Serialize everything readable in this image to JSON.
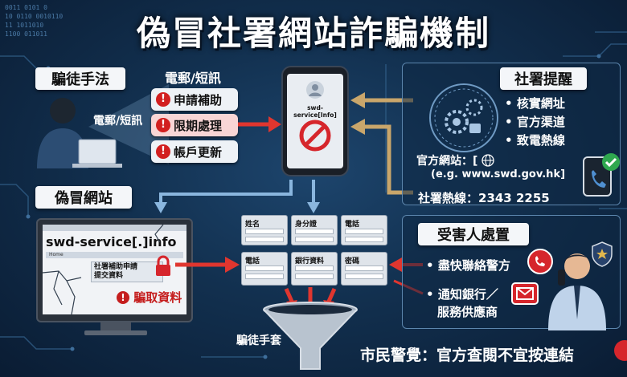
{
  "title": "偽冒社署網站詐騙機制",
  "binary_lines": [
    "0011 0101 0",
    "10 0110 0010110",
    "11 1011010",
    "1100 011011"
  ],
  "fraud_methods": {
    "heading": "騙徒手法",
    "sms_label_top": "電郵/短訊",
    "sms_label_left": "電郵/短訊",
    "messages": [
      {
        "text": "申請補助",
        "highlight": false
      },
      {
        "text": "限期處理",
        "highlight": true
      },
      {
        "text": "帳戶更新",
        "highlight": false
      }
    ]
  },
  "phone": {
    "sender": "swd-service[Info]"
  },
  "fake_site": {
    "heading": "偽冒網站",
    "url": "swd-service[.]info",
    "nav_label": "Home",
    "form_title_line1": "社署補助申請",
    "form_title_line2": "提交資料",
    "warning": "騙取資料"
  },
  "forms": {
    "row1": [
      "姓名",
      "身分證",
      "電話"
    ],
    "row2": [
      "電話",
      "銀行資料",
      "密碼"
    ],
    "funnel_label": "騙徒手套"
  },
  "swd_reminder": {
    "heading": "社署提醒",
    "bullets": [
      "核實網址",
      "官方渠道",
      "致電熱線"
    ],
    "website_label": "官方網站：[",
    "website_example": "(e.g. www.swd.gov.hk]",
    "hotline": "社署熱線：2343 2255"
  },
  "victim_response": {
    "heading": "受害人處置",
    "actions": [
      "盡快聯絡警方",
      "通知銀行／",
      "服務供應商"
    ]
  },
  "bottom_message": "市民警覺：官方查閱不宜按連結",
  "colors": {
    "background": "#0d2440",
    "accent_red": "#d6262c",
    "arrow_red": "#e0362f",
    "arrow_tan": "#c9a66b",
    "arrow_blue": "#8ab6de"
  },
  "icons": {
    "person": "person-icon",
    "laptop": "laptop-icon",
    "prohibited": "prohibited-icon",
    "gears": "gears-icon",
    "globe": "globe-icon",
    "phone_check": "phone-check-icon",
    "police_phone": "phone-icon",
    "mail": "mail-icon",
    "badge": "police-badge-icon",
    "funnel": "funnel-icon"
  }
}
